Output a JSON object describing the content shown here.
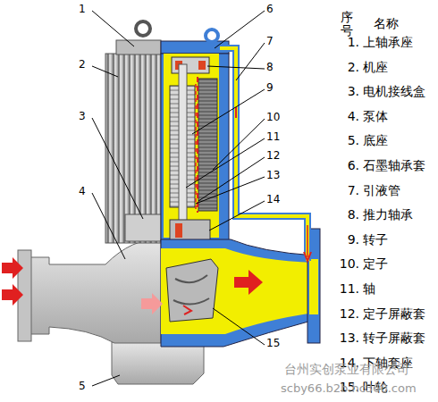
{
  "diagram": {
    "labels": [
      "1",
      "2",
      "3",
      "4",
      "5",
      "6",
      "7",
      "8",
      "9",
      "10",
      "11",
      "12",
      "13",
      "14",
      "15",
      "序号",
      "名称",
      "1.",
      "上轴承座",
      "2.",
      "机座",
      "3.",
      "电机接线盒",
      "4.",
      "泵体",
      "5.",
      "底座",
      "6.",
      "石墨轴承套",
      "7.",
      "引液管",
      "8.",
      "推力轴承",
      "9.",
      "转子",
      "10.",
      "定子",
      "11.",
      "轴",
      "12.",
      "定子屏蔽套",
      "13.",
      "转子屏蔽套",
      "14.",
      "下轴套座",
      "15.",
      "叶轮",
      "台州实创泵业有限公司",
      "scby66.b2b.hc360.com"
    ]
  }
}
